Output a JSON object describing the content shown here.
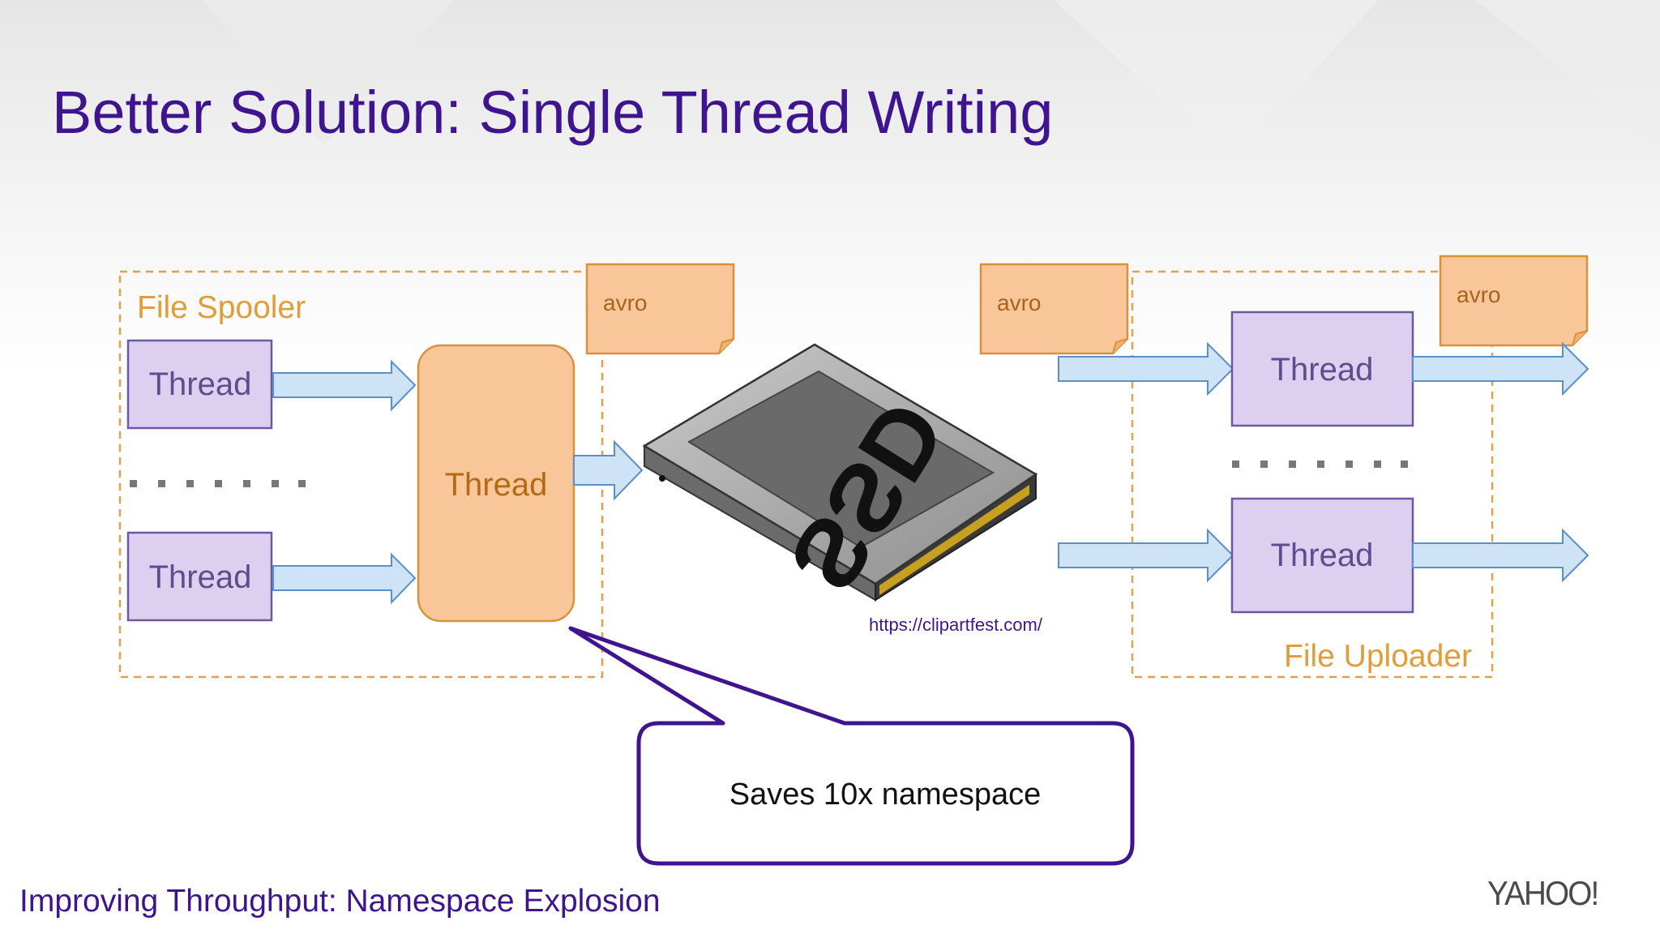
{
  "slide": {
    "title": "Better Solution: Single Thread Writing",
    "footer": "Improving Throughput: Namespace Explosion",
    "logo": "YAHOO!"
  },
  "diagram": {
    "spooler": {
      "label": "File Spooler",
      "threads": [
        "Thread",
        "Thread"
      ],
      "writer_thread": "Thread",
      "file_tag": "avro"
    },
    "storage": {
      "device_label": "SSD",
      "credit": "https://clipartfest.com/",
      "file_tag": "avro"
    },
    "uploader": {
      "label": "File Uploader",
      "threads": [
        "Thread",
        "Thread"
      ],
      "file_tag": "avro"
    },
    "callout": "Saves 10x namespace"
  },
  "colors": {
    "title": "#3f158f",
    "purple_box_fill": "#dccff0",
    "purple_box_stroke": "#6b5aa3",
    "orange_box_fill": "#f9c699",
    "orange_box_stroke": "#d9923c",
    "dashed_border": "#e0a050",
    "arrow_fill": "#cfe3f6",
    "arrow_stroke": "#5b8fca"
  }
}
